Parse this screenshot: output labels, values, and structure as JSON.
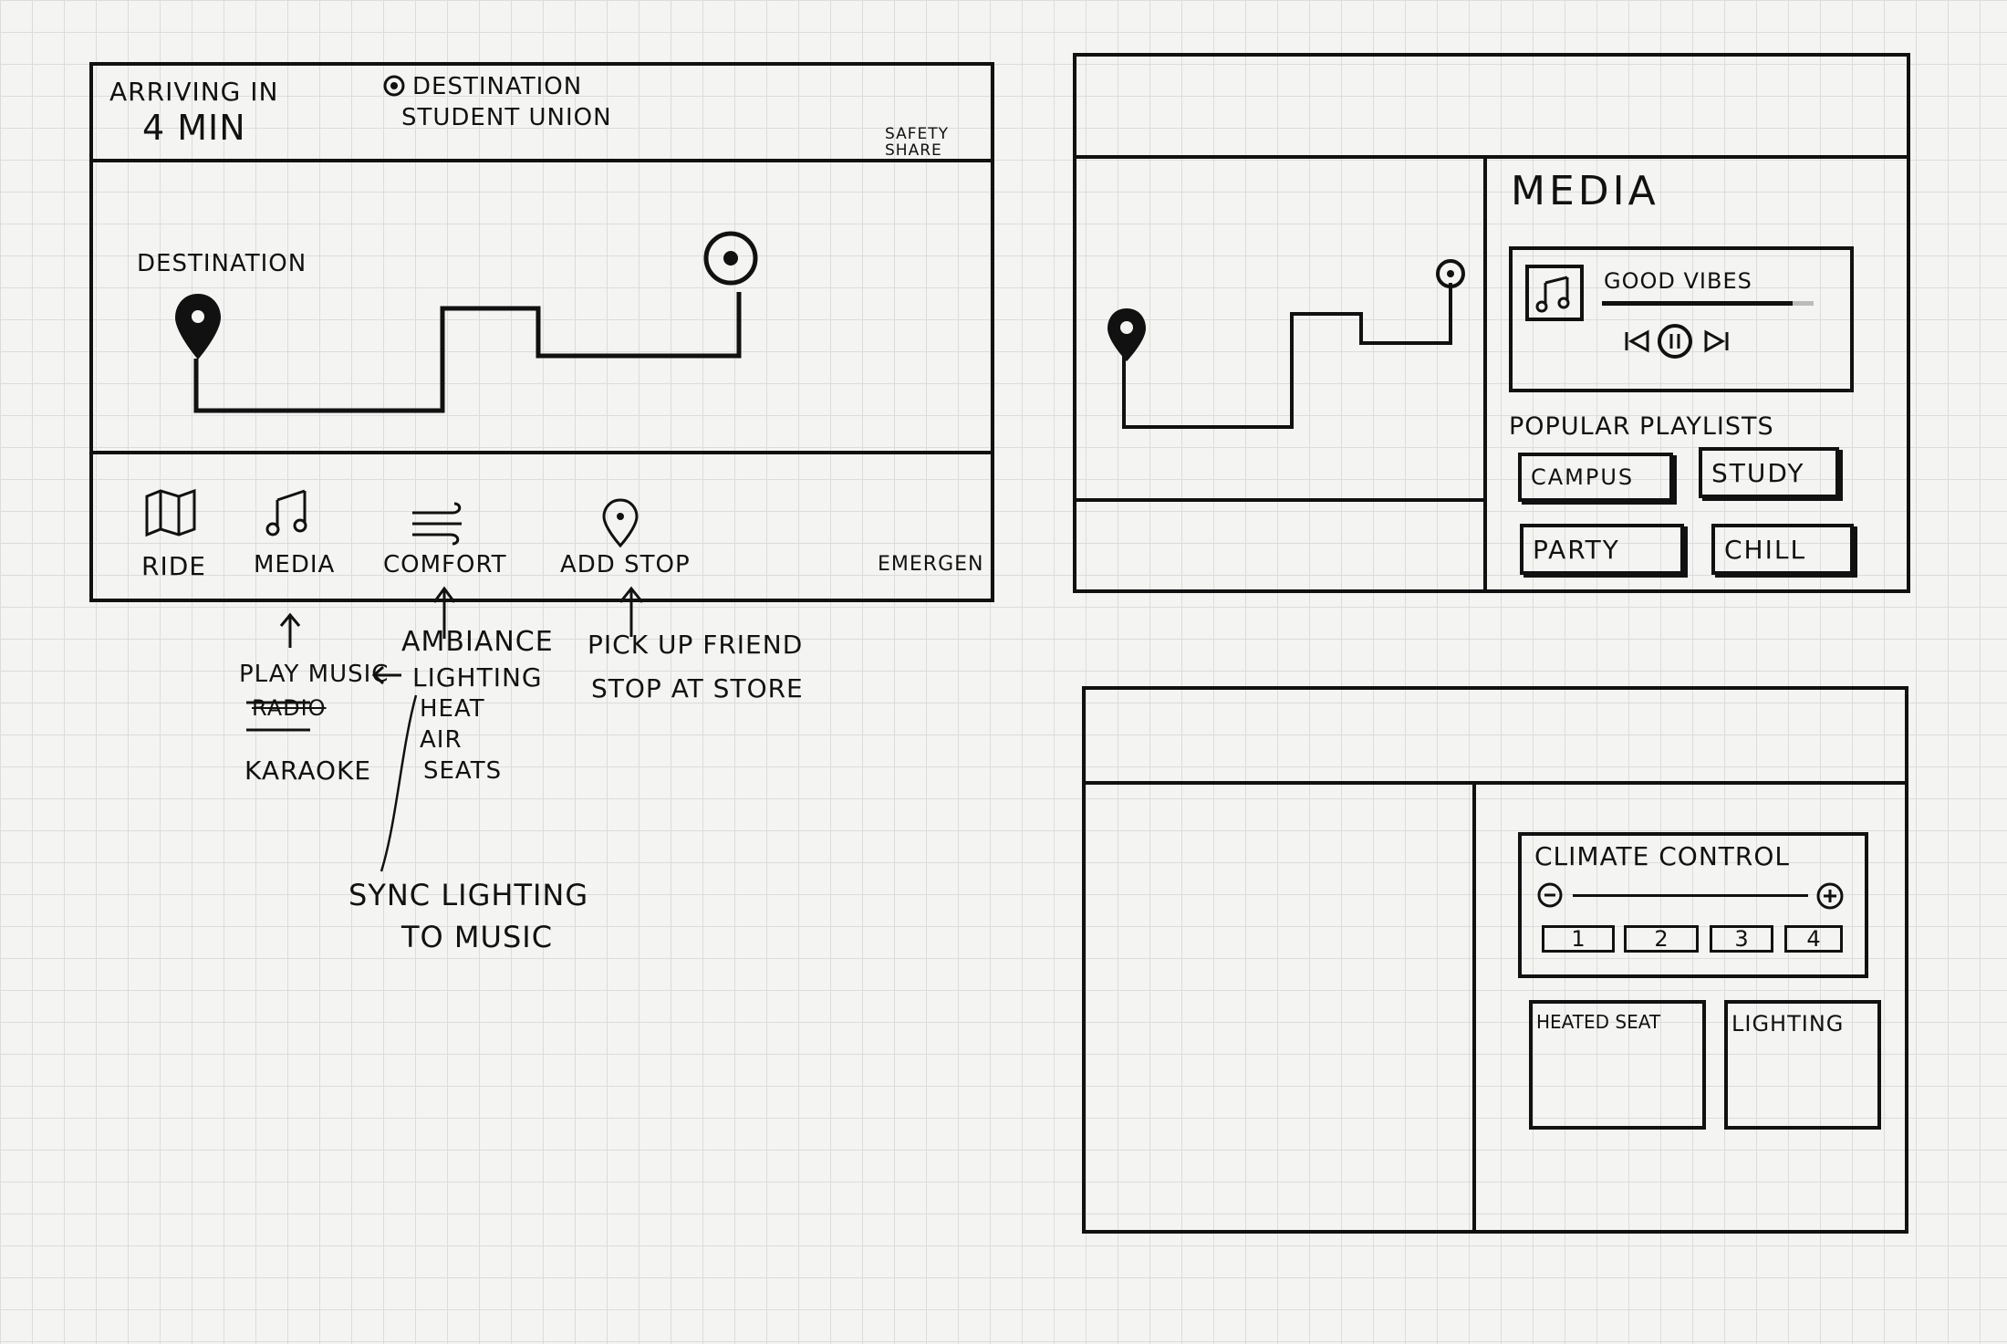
{
  "screen1": {
    "header": {
      "arriving_line1": "ARRIVING IN",
      "arriving_line2": "4 MIN",
      "destination_label": "DESTINATION",
      "destination_name": "STUDENT UNION",
      "safety_share": "SAFETY SHARE"
    },
    "map": {
      "destination_label": "DESTINATION"
    },
    "nav": {
      "ride": "RIDE",
      "media": "MEDIA",
      "comfort": "COMFORT",
      "add_stop": "ADD STOP",
      "emergency": "EMERGEN"
    }
  },
  "annotations": {
    "media_notes": [
      "PLAY MUSIC",
      "RADIO",
      "KARAOKE"
    ],
    "comfort_notes": [
      "AMBIANCE",
      "LIGHTING",
      "HEAT",
      "AIR",
      "SEATS"
    ],
    "add_stop_notes": [
      "PICK UP FRIEND",
      "STOP AT STORE"
    ],
    "sync_note_line1": "SYNC LIGHTING",
    "sync_note_line2": "TO MUSIC"
  },
  "screen2": {
    "media_title": "MEDIA",
    "now_playing": {
      "track": "GOOD VIBES",
      "progress": 0.9
    },
    "playlists_title": "POPULAR PLAYLISTS",
    "playlists": [
      "CAMPUS",
      "STUDY",
      "PARTY",
      "CHILL"
    ]
  },
  "screen3": {
    "climate_title": "CLIMATE CONTROL",
    "climate_levels": [
      "1",
      "2",
      "3",
      "4"
    ],
    "tiles": [
      "HEATED SEAT",
      "LIGHTING"
    ]
  },
  "icons": {
    "ride": "map-icon",
    "media": "music-note-icon",
    "comfort": "wind-icon",
    "add_stop": "location-pin-icon",
    "destination": "map-pin-icon",
    "current_location": "location-circle-icon",
    "player": [
      "prev-icon",
      "pause-icon",
      "next-icon"
    ],
    "climate": [
      "minus-icon",
      "plus-icon"
    ]
  }
}
